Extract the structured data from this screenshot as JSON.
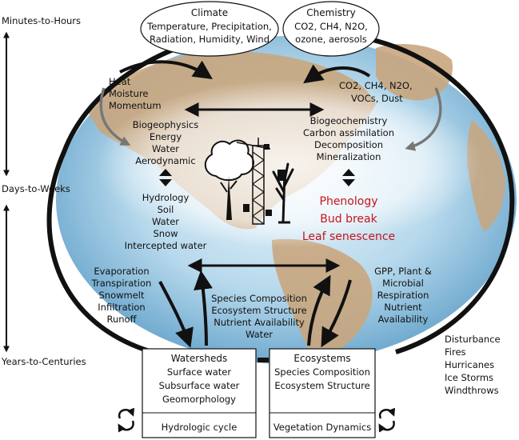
{
  "timescales": {
    "top": "Minutes-to-Hours",
    "middle": "Days-to-Weeks",
    "bottom": "Years-to-Centuries"
  },
  "climate": {
    "title": "Climate",
    "lines": [
      "Temperature, Precipitation,",
      "Radiation, Humidity, Wind"
    ]
  },
  "chemistry": {
    "title": "Chemistry",
    "lines": [
      "CO2, CH4, N2O,",
      "ozone, aerosols"
    ]
  },
  "fluxes_left": [
    "Heat",
    "Moisture",
    "Momentum"
  ],
  "fluxes_right": [
    "CO2, CH4, N2O,",
    "VOCs, Dust"
  ],
  "biogeophysics": [
    "Biogeophysics",
    "Energy",
    "Water",
    "Aerodynamic"
  ],
  "biogeochemistry": [
    "Biogeochemistry",
    "Carbon assimilation",
    "Decomposition",
    "Mineralization"
  ],
  "hydrology": [
    "Hydrology",
    "Soil",
    "Water",
    "Snow",
    "Intercepted water"
  ],
  "phenology": [
    "Phenology",
    "Bud break",
    "Leaf senescence"
  ],
  "evaporation": [
    "Evaporation",
    "Transpiration",
    "Snowmelt",
    "Infiltration",
    "Runoff"
  ],
  "gpp": [
    "GPP, Plant &",
    "Microbial",
    "Respiration",
    "Nutrient",
    "Availability"
  ],
  "species": [
    "Species Composition",
    "Ecosystem Structure",
    "Nutrient Availability",
    "Water"
  ],
  "disturbance": [
    "Disturbance",
    "Fires",
    "Hurricanes",
    "Ice Storms",
    "Windthrows"
  ],
  "watersheds": {
    "title": "Watersheds",
    "lines": [
      "Surface water",
      "Subsurface water",
      "Geomorphology"
    ],
    "footer": "Hydrologic cycle"
  },
  "ecosystems": {
    "title": "Ecosystems",
    "lines": [
      "Species Composition",
      "Ecosystem Structure"
    ],
    "footer": "Vegetation Dynamics"
  }
}
